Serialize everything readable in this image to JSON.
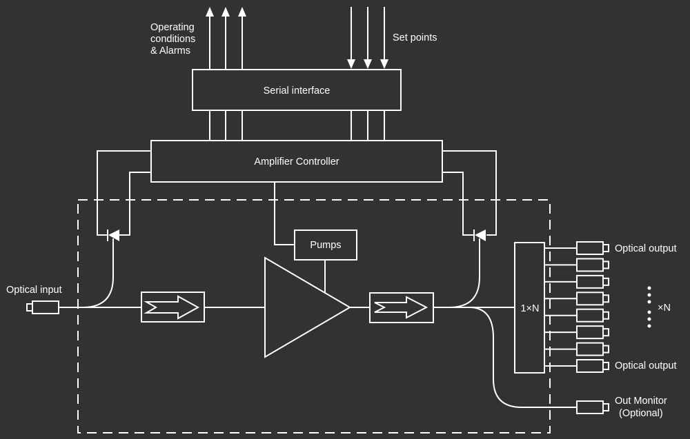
{
  "colors": {
    "background": "#323232",
    "stroke": "#ffffff",
    "text": "#ffffff"
  },
  "labels": {
    "operating": [
      "Operating",
      "conditions",
      "& Alarms"
    ],
    "set_points": "Set points",
    "serial_interface": "Serial interface",
    "amplifier_controller": "Amplifier Controller",
    "pumps": "Pumps",
    "optical_input": "Optical input",
    "splitter": "1×N",
    "optical_output_top": "Optical output",
    "optical_output_bottom": "Optical output",
    "times_n": "×N",
    "out_monitor": [
      "Out Monitor",
      "(Optional)"
    ]
  },
  "diagram": {
    "nodes": [
      {
        "id": "serial-interface",
        "label": "Serial interface"
      },
      {
        "id": "amplifier-controller",
        "label": "Amplifier Controller"
      },
      {
        "id": "pumps",
        "label": "Pumps"
      },
      {
        "id": "input-isolator",
        "type": "isolator"
      },
      {
        "id": "amplifier",
        "type": "triangle"
      },
      {
        "id": "output-isolator",
        "type": "isolator"
      },
      {
        "id": "input-photodiode",
        "type": "photodiode"
      },
      {
        "id": "output-photodiode",
        "type": "photodiode"
      },
      {
        "id": "splitter",
        "label": "1×N"
      },
      {
        "id": "optical-input-connector",
        "label": "Optical input"
      },
      {
        "id": "optical-output-connectors",
        "count_shown": 8
      },
      {
        "id": "out-monitor-connector",
        "label": "Out Monitor (Optional)"
      }
    ],
    "edges": [
      {
        "from": "serial-interface",
        "to": "external",
        "label": "Operating conditions & Alarms",
        "arrows": 3
      },
      {
        "from": "external",
        "to": "serial-interface",
        "label": "Set points",
        "arrows": 3
      },
      {
        "from": "serial-interface",
        "to": "amplifier-controller",
        "lines": 6
      },
      {
        "from": "amplifier-controller",
        "to": "pumps"
      },
      {
        "from": "pumps",
        "to": "amplifier"
      },
      {
        "from": "optical-input-connector",
        "to": "input-isolator"
      },
      {
        "from": "input-isolator",
        "to": "amplifier"
      },
      {
        "from": "amplifier",
        "to": "output-isolator"
      },
      {
        "from": "output-isolator",
        "to": "splitter"
      },
      {
        "from": "output-isolator",
        "to": "out-monitor-connector"
      },
      {
        "from": "splitter",
        "to": "optical-output-connectors"
      },
      {
        "from": "input-photodiode",
        "to": "amplifier-controller"
      },
      {
        "from": "output-photodiode",
        "to": "amplifier-controller"
      }
    ]
  }
}
